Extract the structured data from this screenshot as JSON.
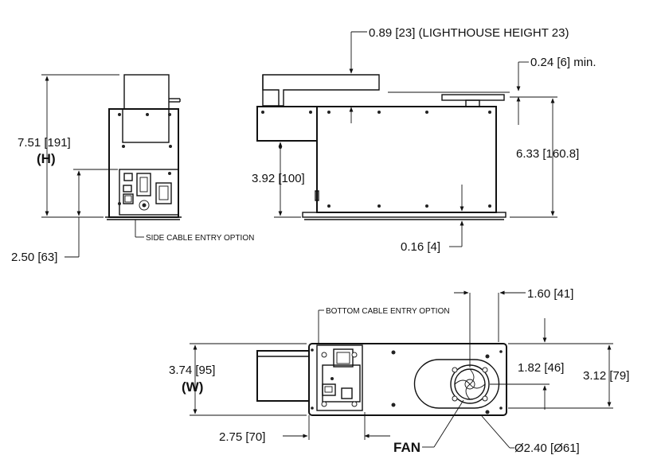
{
  "dimensions": {
    "height_total": "7.51 [191]",
    "height_symbol": "(H)",
    "side_entry_height": "2.50 [63]",
    "lighthouse": "0.89 [23] (LIGHTHOUSE HEIGHT 23)",
    "min_clearance": "0.24 [6] min.",
    "body_height": "6.33 [160.8]",
    "lower_height": "3.92 [100]",
    "foot_height": "0.16 [4]",
    "width_total": "3.74 [95]",
    "width_symbol": "(W)",
    "bottom_offset": "2.75 [70]",
    "fan_offset_top": "1.60 [41]",
    "fan_center": "1.82 [46]",
    "fan_span": "3.12 [79]",
    "fan_diameter": "Ø2.40 [Ø61]"
  },
  "notes": {
    "side_cable": "SIDE CABLE ENTRY OPTION",
    "bottom_cable": "BOTTOM CABLE ENTRY OPTION",
    "fan": "FAN"
  }
}
